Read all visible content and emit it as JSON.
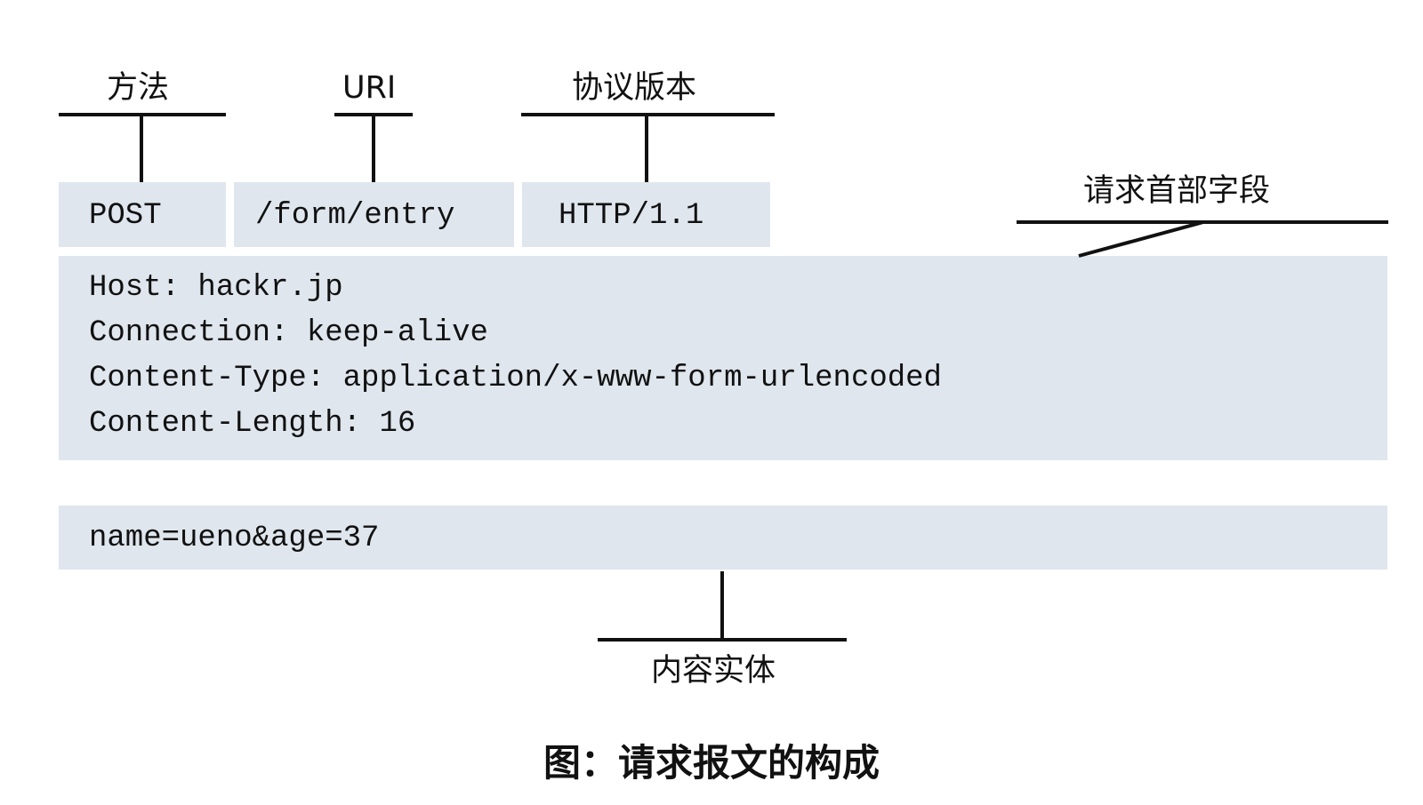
{
  "labels": {
    "method": "方法",
    "uri": "URI",
    "protocol_version": "协议版本",
    "request_headers": "请求首部字段",
    "entity_body": "内容实体"
  },
  "request_line": {
    "method": "POST",
    "uri": "/form/entry",
    "version": "HTTP/1.1"
  },
  "headers": [
    "Host: hackr.jp",
    "Connection: keep-alive",
    "Content-Type: application/x-www-form-urlencoded",
    "Content-Length: 16"
  ],
  "body": "name=ueno&age=37",
  "caption": "图：请求报文的构成",
  "colors": {
    "box_fill": "#dfe6ee",
    "line": "#111111"
  }
}
